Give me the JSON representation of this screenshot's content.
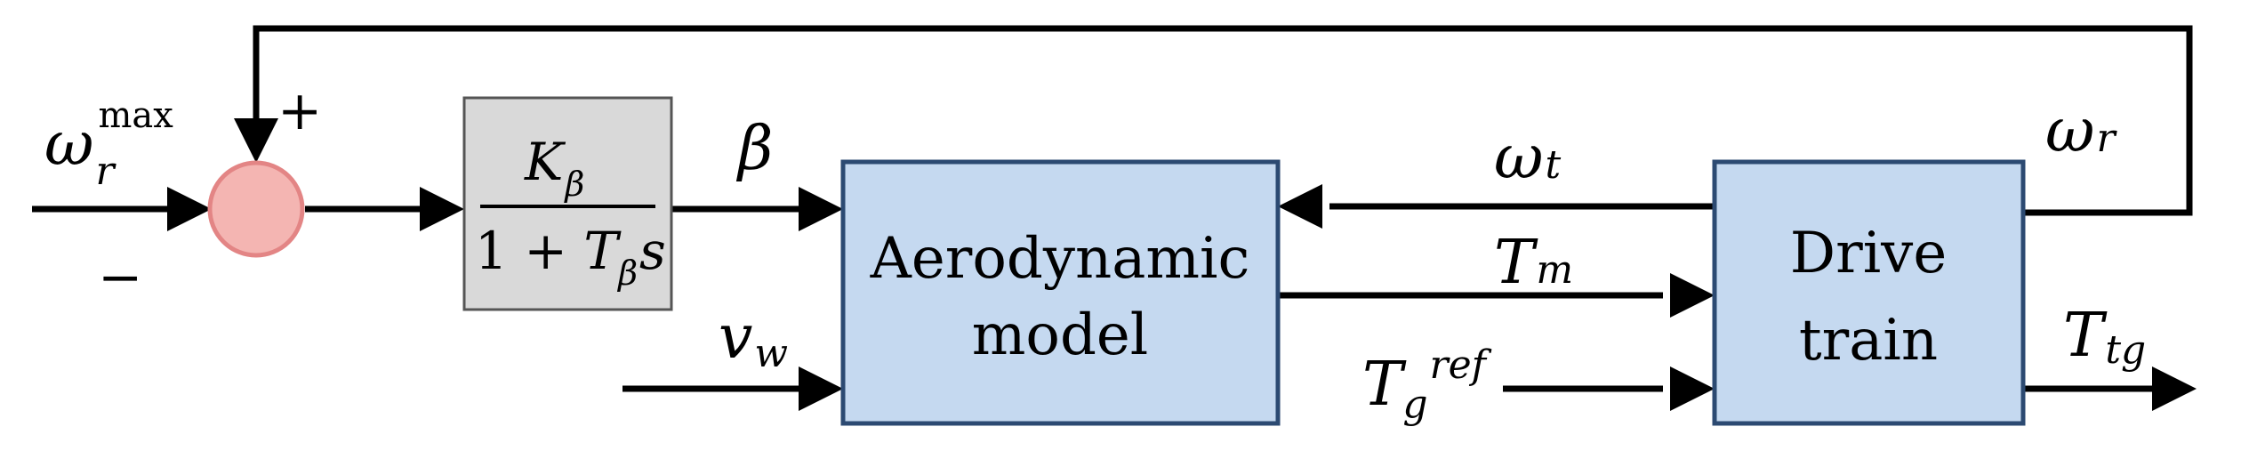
{
  "diagram": {
    "colors": {
      "line": "#000000",
      "summing_fill": "#f4b5b2",
      "summing_stroke": "#e38585",
      "block_fill": "#c5d9f0",
      "block_stroke": "#2c4a72",
      "tf_fill": "#d9d9d9",
      "tf_stroke": "#555555"
    },
    "inputs": {
      "omega_r_max": {
        "symbol": "ω",
        "sub": "r",
        "sup": "max"
      },
      "v_w": {
        "symbol": "v",
        "sub": "w"
      },
      "t_g_ref": {
        "symbol": "T",
        "sub": "g",
        "sup": "ref"
      }
    },
    "summing_junction": {
      "plus": "+",
      "minus": "−"
    },
    "transfer_function": {
      "numerator": {
        "symbol": "K",
        "sub": "β"
      },
      "denominator": {
        "prefix": "1 + ",
        "symbol": "T",
        "sub": "β",
        "suffix": "s"
      }
    },
    "signals": {
      "beta": "β",
      "omega_t": {
        "symbol": "ω",
        "sub": "t"
      },
      "t_m": {
        "symbol": "T",
        "sub": "m"
      },
      "omega_r": {
        "symbol": "ω",
        "sub": "r"
      },
      "t_tg": {
        "symbol": "T",
        "sub": "tg"
      }
    },
    "blocks": {
      "aerodynamic": {
        "line1": "Aerodynamic",
        "line2": "model"
      },
      "drive_train": {
        "line1": "Drive",
        "line2": "train"
      }
    }
  }
}
